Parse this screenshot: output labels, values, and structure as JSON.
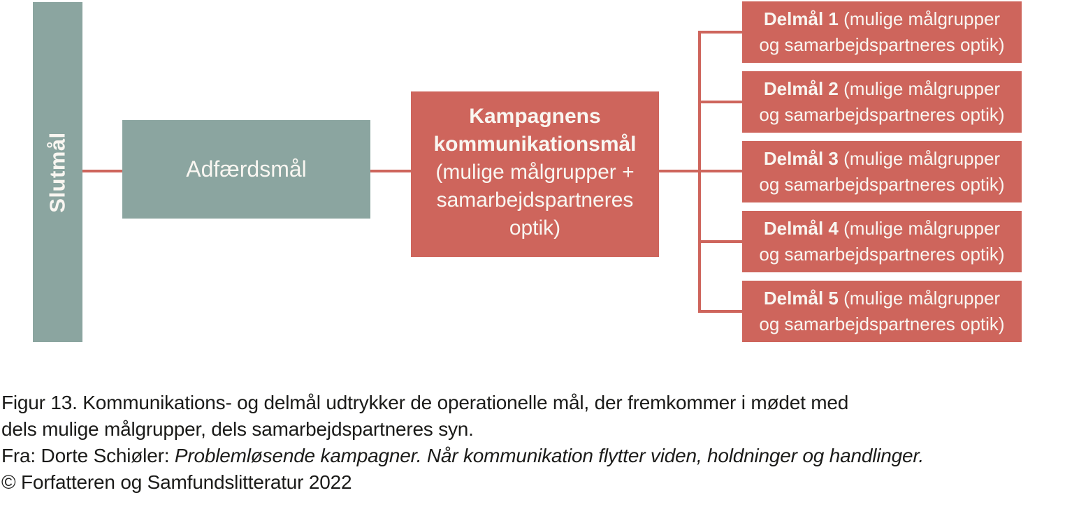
{
  "colors": {
    "sage": "#8BA5A0",
    "red": "#CE655C",
    "box_text": "#F9F6F1",
    "caption_text": "#1B1B19"
  },
  "diagram": {
    "slutmaal_label": "Slutmål",
    "adfaerdsmaal_label": "Adfærdsmål",
    "kampagnens": {
      "line1": "Kampagnens",
      "line2": "kommunikationsmål",
      "line3": "(mulige målgrupper +",
      "line4": "samarbejdspartneres",
      "line5": "optik)"
    },
    "delmaal": [
      {
        "title": "Delmål 1",
        "line1_rest": " (mulige målgrupper",
        "line2": "og samarbejdspartneres optik)"
      },
      {
        "title": "Delmål 2",
        "line1_rest": " (mulige målgrupper",
        "line2": "og samarbejdspartneres optik)"
      },
      {
        "title": "Delmål 3",
        "line1_rest": " (mulige målgrupper",
        "line2": "og samarbejdspartneres optik)"
      },
      {
        "title": "Delmål 4",
        "line1_rest": " (mulige målgrupper",
        "line2": "og samarbejdspartneres optik)"
      },
      {
        "title": "Delmål 5",
        "line1_rest": " (mulige målgrupper",
        "line2": "og samarbejdspartneres optik)"
      }
    ]
  },
  "caption": {
    "line1": "Figur 13. Kommunikations- og delmål udtrykker de operationelle mål, der fremkommer i mødet med",
    "line2": "dels mulige målgrupper, dels samarbejdspartneres syn.",
    "line3_prefix": "Fra: Dorte Schiøler: ",
    "line3_italic": "Problemløsende kampagner. Når kommunikation flytter viden, holdninger og handlinger.",
    "line4": "© Forfatteren og Samfundslitteratur 2022"
  }
}
